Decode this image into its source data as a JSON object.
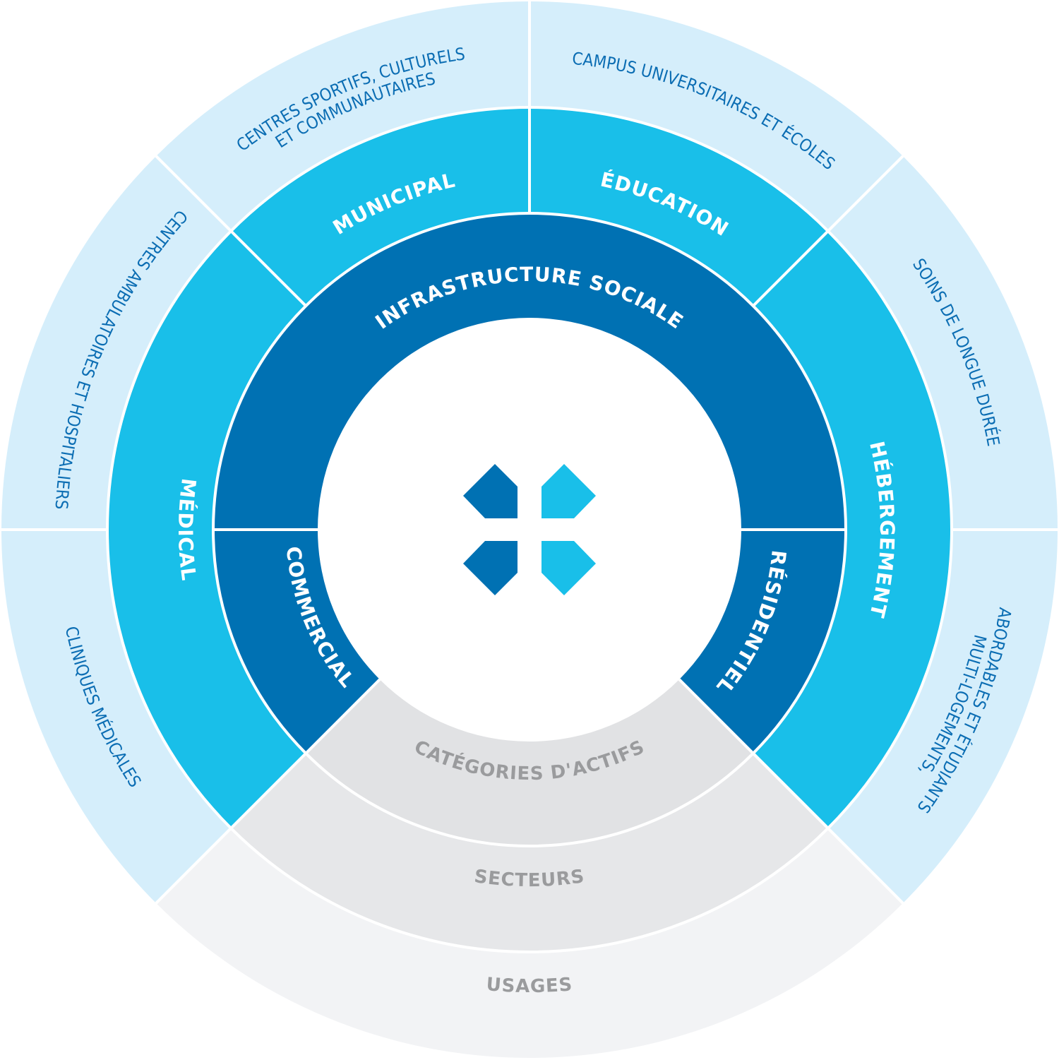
{
  "colors": {
    "dark_ring": "#0071b3",
    "mid_ring": "#19bfe9",
    "outer_ring": "#d5eefb",
    "gray_inner": "#e1e2e4",
    "gray_mid": "#e6e7e9",
    "gray_outer": "#f2f3f5",
    "outer_text": "#0b6db3",
    "gray_text": "#9a9b9d",
    "light_text": "#ffffff",
    "logo_dark": "#0071b3",
    "logo_light": "#19bfe9"
  },
  "legend_rings": {
    "inner": "CATÉGORIES D'ACTIFS",
    "middle": "SECTEURS",
    "outer": "USAGES"
  },
  "asset_categories": [
    {
      "id": "infrastructure",
      "label": "INFRASTRUCTURE SOCIALE"
    },
    {
      "id": "commercial",
      "label": "COMMERCIAL"
    },
    {
      "id": "residentiel",
      "label": "RÉSIDENTIEL"
    }
  ],
  "sectors": [
    {
      "id": "municipal",
      "label": "MUNICIPAL"
    },
    {
      "id": "education",
      "label": "ÉDUCATION"
    },
    {
      "id": "hebergement",
      "label": "HÉBERGEMENT"
    },
    {
      "id": "medical",
      "label": "MÉDICAL"
    }
  ],
  "usages": [
    {
      "id": "sportifs",
      "lines": [
        "CENTRES SPORTIFS, CULTURELS",
        "ET COMMUNAUTAIRES"
      ]
    },
    {
      "id": "campus",
      "lines": [
        "CAMPUS UNIVERSITAIRES ET ÉCOLES"
      ]
    },
    {
      "id": "soins",
      "lines": [
        "SOINS DE LONGUE DURÉE"
      ]
    },
    {
      "id": "multi",
      "lines": [
        "MULTI-LOGEMENTS,",
        "ABORDABLES ET ÉTUDIANTS"
      ]
    },
    {
      "id": "cliniques",
      "lines": [
        "CLINIQUES MÉDICALES"
      ]
    },
    {
      "id": "ambulatoires",
      "lines": [
        "CENTRES AMBULATOIRES ET HOSPITALIERS"
      ]
    }
  ],
  "logo": {
    "name": "four-pentagon-cross-logo"
  }
}
